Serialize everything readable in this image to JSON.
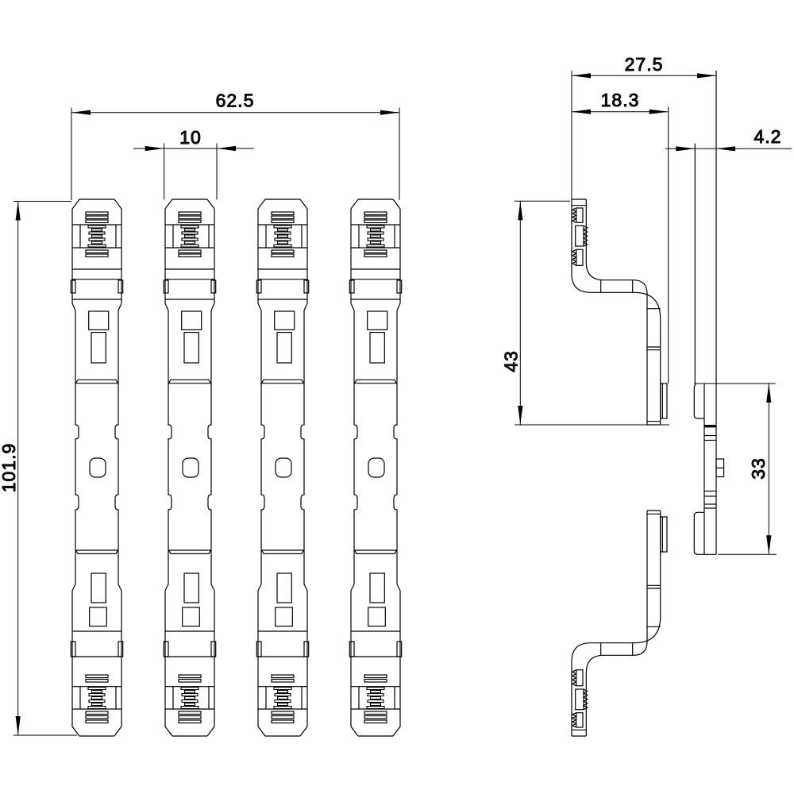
{
  "drawing": {
    "type": "engineering-dimension-drawing",
    "background_color": "#ffffff",
    "line_color": "#000000",
    "front_view": {
      "name": "busbar-pin-front-view",
      "pin_count": 4,
      "dimensions": {
        "overall_width": "62.5",
        "pin_width": "10",
        "overall_height": "101.9"
      }
    },
    "side_view": {
      "name": "busbar-pin-side-view",
      "dimensions": {
        "depth_overall": "27.5",
        "depth_to_contact": "18.3",
        "busbar_thickness": "4.2",
        "bracket_height": "43",
        "connector_height": "33"
      }
    }
  }
}
